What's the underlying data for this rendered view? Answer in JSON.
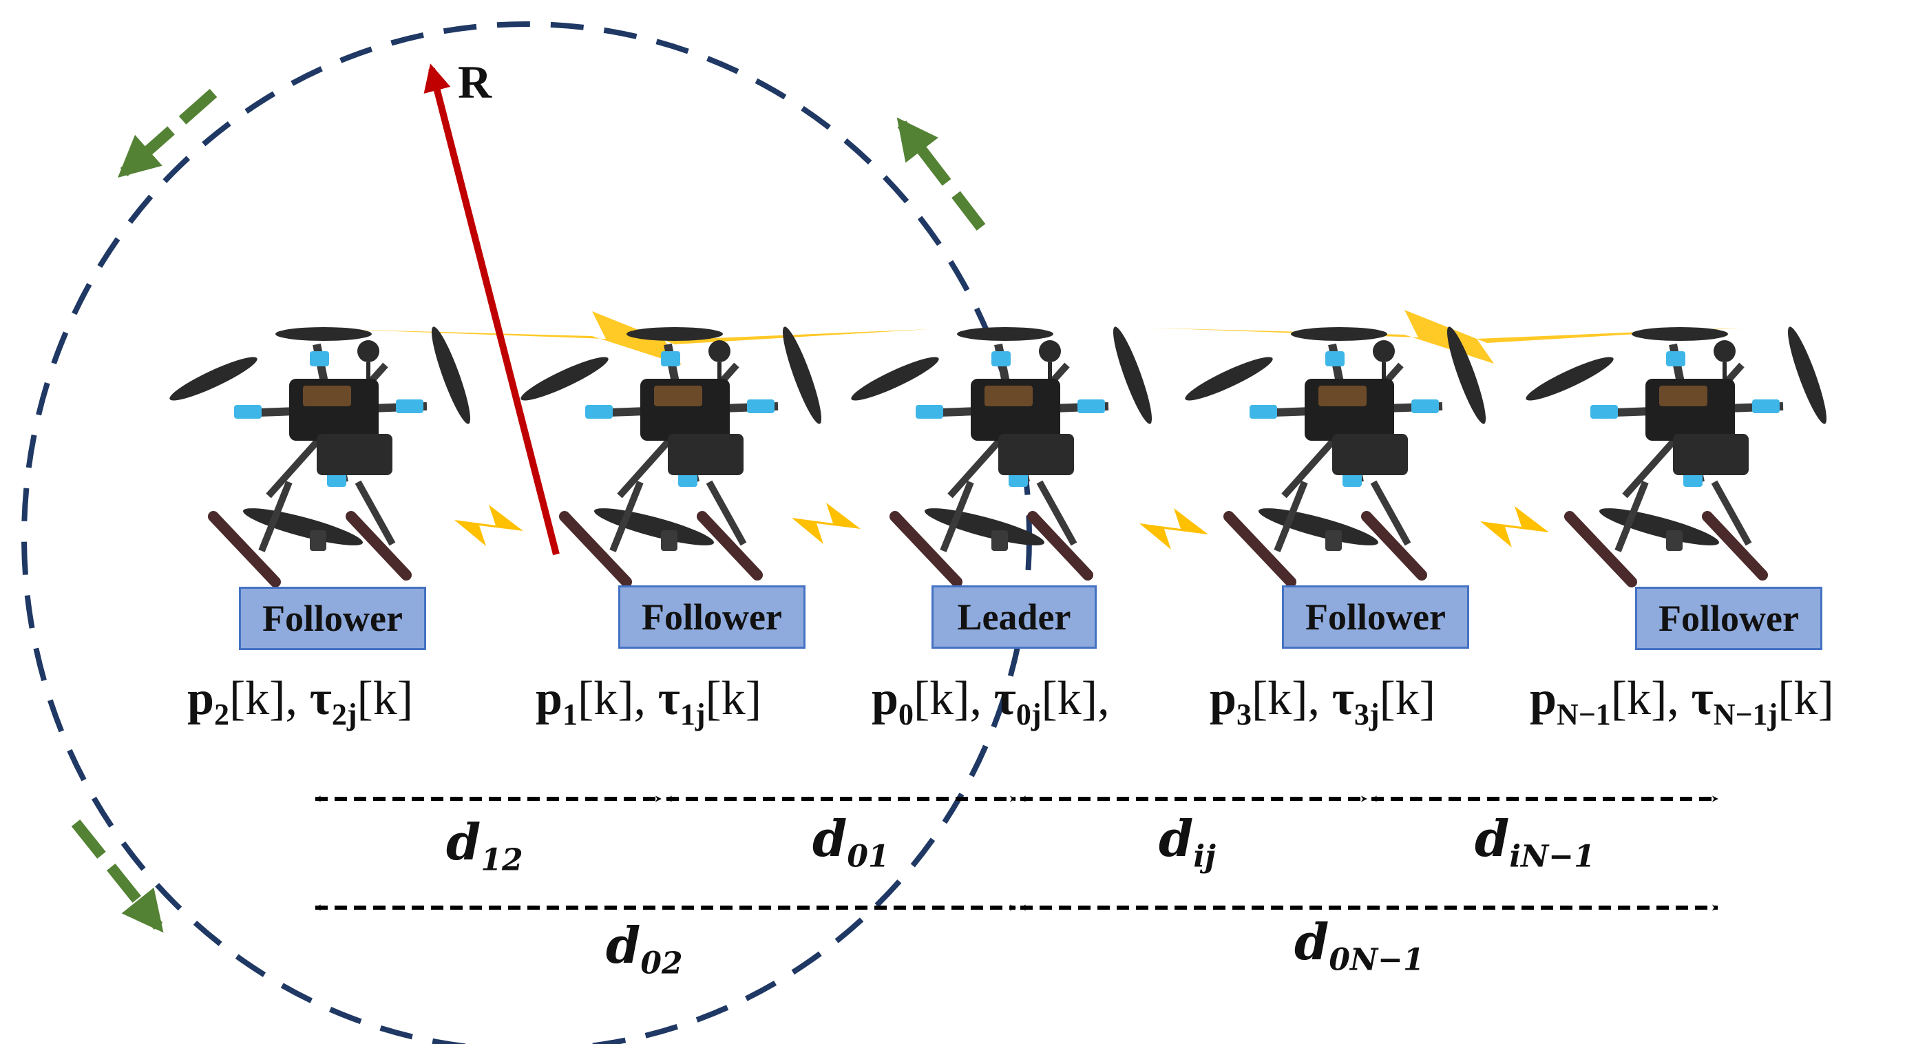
{
  "agents": [
    {
      "role": "Follower",
      "p_sub": "2",
      "tau_sub": "2j",
      "trailing": ""
    },
    {
      "role": "Follower",
      "p_sub": "1",
      "tau_sub": "1j",
      "trailing": ""
    },
    {
      "role": "Leader",
      "p_sub": "0",
      "tau_sub": "0j",
      "trailing": ","
    },
    {
      "role": "Follower",
      "p_sub": "3",
      "tau_sub": "3j",
      "trailing": ""
    },
    {
      "role": "Follower",
      "p_sub": "N−1",
      "tau_sub": "N−1j",
      "trailing": ""
    }
  ],
  "symbols": {
    "p": "p",
    "tau": "τ",
    "k_open": "[k], ",
    "k_close": "[k]"
  },
  "radius_label": "R",
  "distances": [
    {
      "base": "d",
      "sub": "12"
    },
    {
      "base": "d",
      "sub": "01"
    },
    {
      "base": "d",
      "sub": "ij"
    },
    {
      "base": "d",
      "sub": "iN−1"
    },
    {
      "base": "d",
      "sub": "02"
    },
    {
      "base": "d",
      "sub": "0N−1"
    }
  ],
  "colors": {
    "circle": "#1f3864",
    "radius_arrow": "#c00000",
    "motion_arrows": "#548235",
    "lightning": "#ffc000",
    "box_fill": "#8faadc",
    "box_border": "#4472c4",
    "drone_arm": "#3a3a3a",
    "drone_accent": "#3fb6e8"
  }
}
